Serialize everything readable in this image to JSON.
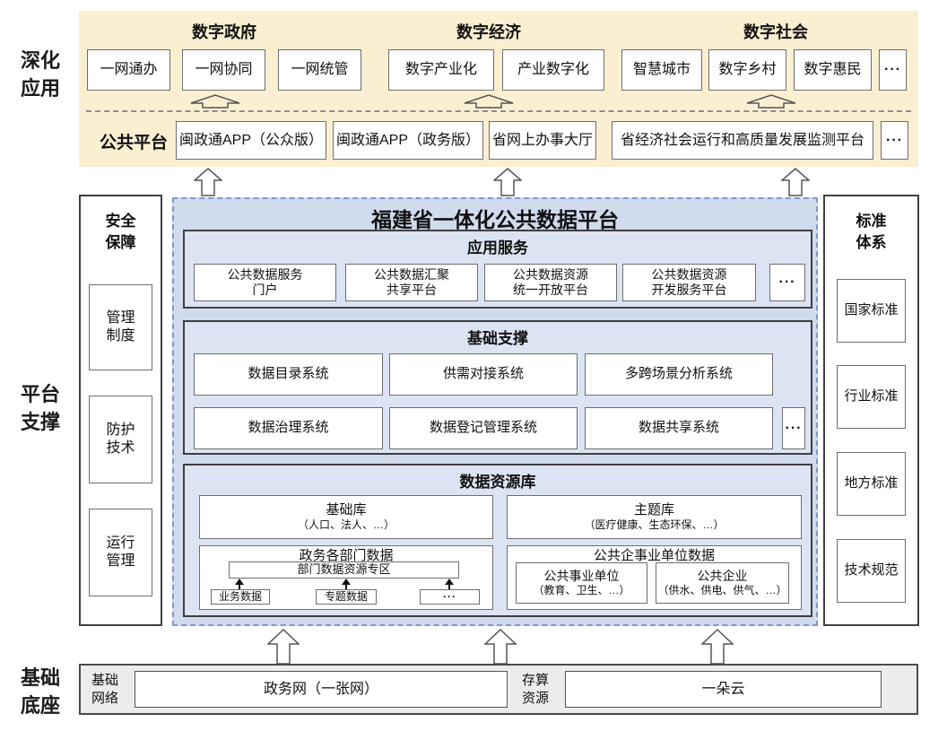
{
  "colors": {
    "cream_bg": "#fbefd2",
    "platform_blue": "#d1dbee",
    "section_blue": "#dce4f3",
    "bar_gray": "#ececec",
    "dashed_border_blue": "#7d99cf"
  },
  "side_labels": {
    "deepen": [
      "深化",
      "应用"
    ],
    "support": [
      "平台",
      "支撑"
    ],
    "base": [
      "基础",
      "底座"
    ]
  },
  "top_panel": {
    "group_titles": [
      "数字政府",
      "数字经济",
      "数字社会"
    ],
    "app_boxes": [
      "一网通办",
      "一网协同",
      "一网统管",
      "数字产业化",
      "产业数字化",
      "智慧城市",
      "数字乡村",
      "数字惠民"
    ],
    "app_more": "···",
    "public_platform_label": "公共平台",
    "platform_boxes": [
      "闽政通APP（公众版）",
      "闽政通APP（政务版）",
      "省网上办事大厅",
      "省经济社会运行和高质量发展监测平台"
    ],
    "platform_more": "···"
  },
  "security": {
    "title": [
      "安全",
      "保障"
    ],
    "items": [
      [
        "管理",
        "制度"
      ],
      [
        "防护",
        "技术"
      ],
      [
        "运行",
        "管理"
      ]
    ]
  },
  "standards": {
    "title": [
      "标准",
      "体系"
    ],
    "items": [
      "国家标准",
      "行业标准",
      "地方标准",
      "技术规范"
    ]
  },
  "platform": {
    "title": "福建省一体化公共数据平台",
    "app_services": {
      "title": "应用服务",
      "items": [
        [
          "公共数据服务",
          "门户"
        ],
        [
          "公共数据汇聚",
          "共享平台"
        ],
        [
          "公共数据资源",
          "统一开放平台"
        ],
        [
          "公共数据资源",
          "开发服务平台"
        ]
      ],
      "more": "···"
    },
    "basic_support": {
      "title": "基础支撑",
      "row1": [
        "数据目录系统",
        "供需对接系统",
        "多跨场景分析系统"
      ],
      "row2": [
        "数据治理系统",
        "数据登记管理系统",
        "数据共享系统"
      ],
      "more": "···"
    },
    "data_repo": {
      "title": "数据资源库",
      "basic_lib": [
        "基础库",
        "（人口、法人、…）"
      ],
      "theme_lib": [
        "主题库",
        "（医疗健康、生态环保、…）"
      ],
      "gov_group": {
        "title": "政务各部门数据",
        "zone": "部门数据资源专区",
        "items": [
          "业务数据",
          "专题数据"
        ],
        "more": "···"
      },
      "public_group": {
        "title": "公共企事业单位数据",
        "items": [
          [
            "公共事业单位",
            "（教育、卫生、…）"
          ],
          [
            "公共企业",
            "（供水、供电、供气、…）"
          ]
        ]
      }
    }
  },
  "base_bar": {
    "network_label": [
      "基础",
      "网络"
    ],
    "network_box": "政务网（一张网）",
    "storage_label": [
      "存算",
      "资源"
    ],
    "cloud_box": "一朵云"
  }
}
